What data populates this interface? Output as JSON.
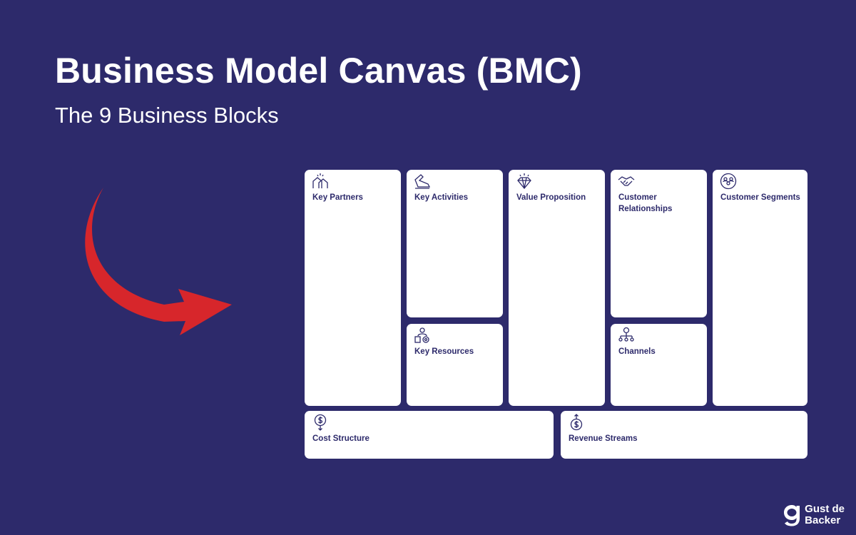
{
  "header": {
    "title": "Business Model Canvas (BMC)",
    "subtitle": "The 9 Business Blocks"
  },
  "blocks": {
    "key_partners": {
      "label": "Key Partners",
      "icon": "handshake-house-icon"
    },
    "key_activities": {
      "label": "Key Activities",
      "icon": "running-shoe-icon"
    },
    "key_resources": {
      "label": "Key Resources",
      "icon": "person-target-icon"
    },
    "value_proposition": {
      "label": "Value Proposition",
      "icon": "diamond-icon"
    },
    "customer_relationships": {
      "label": "Customer Relationships",
      "icon": "handshake-icon"
    },
    "channels": {
      "label": "Channels",
      "icon": "network-people-icon"
    },
    "customer_segments": {
      "label": "Customer Segments",
      "icon": "people-circle-icon"
    },
    "cost_structure": {
      "label": "Cost Structure",
      "icon": "dollar-down-icon"
    },
    "revenue_streams": {
      "label": "Revenue Streams",
      "icon": "dollar-up-icon"
    }
  },
  "brand": {
    "name_line1": "Gust de",
    "name_line2": "Backer"
  },
  "colors": {
    "background": "#2d2a6b",
    "block": "#ffffff",
    "arrow": "#d7262b"
  }
}
